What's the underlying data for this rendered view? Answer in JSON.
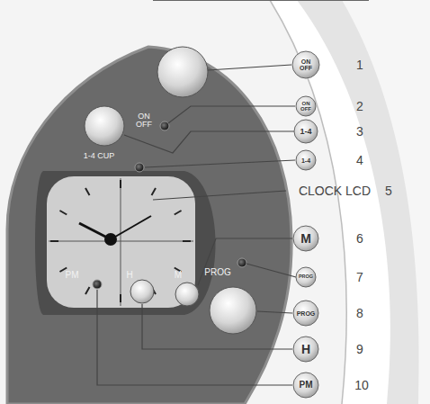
{
  "diagram": {
    "nodes": [
      {
        "text": [
          "ON OFF"
        ]
      },
      {
        "text": [
          "ON OFF"
        ]
      },
      {
        "text": [
          "1-4"
        ]
      },
      {
        "text": [
          "1-4"
        ]
      },
      {
        "text": [
          "M"
        ]
      },
      {
        "text": [
          "PROG"
        ]
      },
      {
        "text": [
          "PROG"
        ]
      },
      {
        "text": [
          "H"
        ]
      },
      {
        "text": [
          "PM"
        ]
      }
    ],
    "labels": [
      "1",
      "2",
      "3",
      "4",
      "CLOCK LCD",
      "5",
      "6",
      "7",
      "8",
      "9",
      "10",
      "ON OFF",
      "1-4 CUP",
      "PM",
      "H",
      "M",
      "PROG"
    ]
  }
}
